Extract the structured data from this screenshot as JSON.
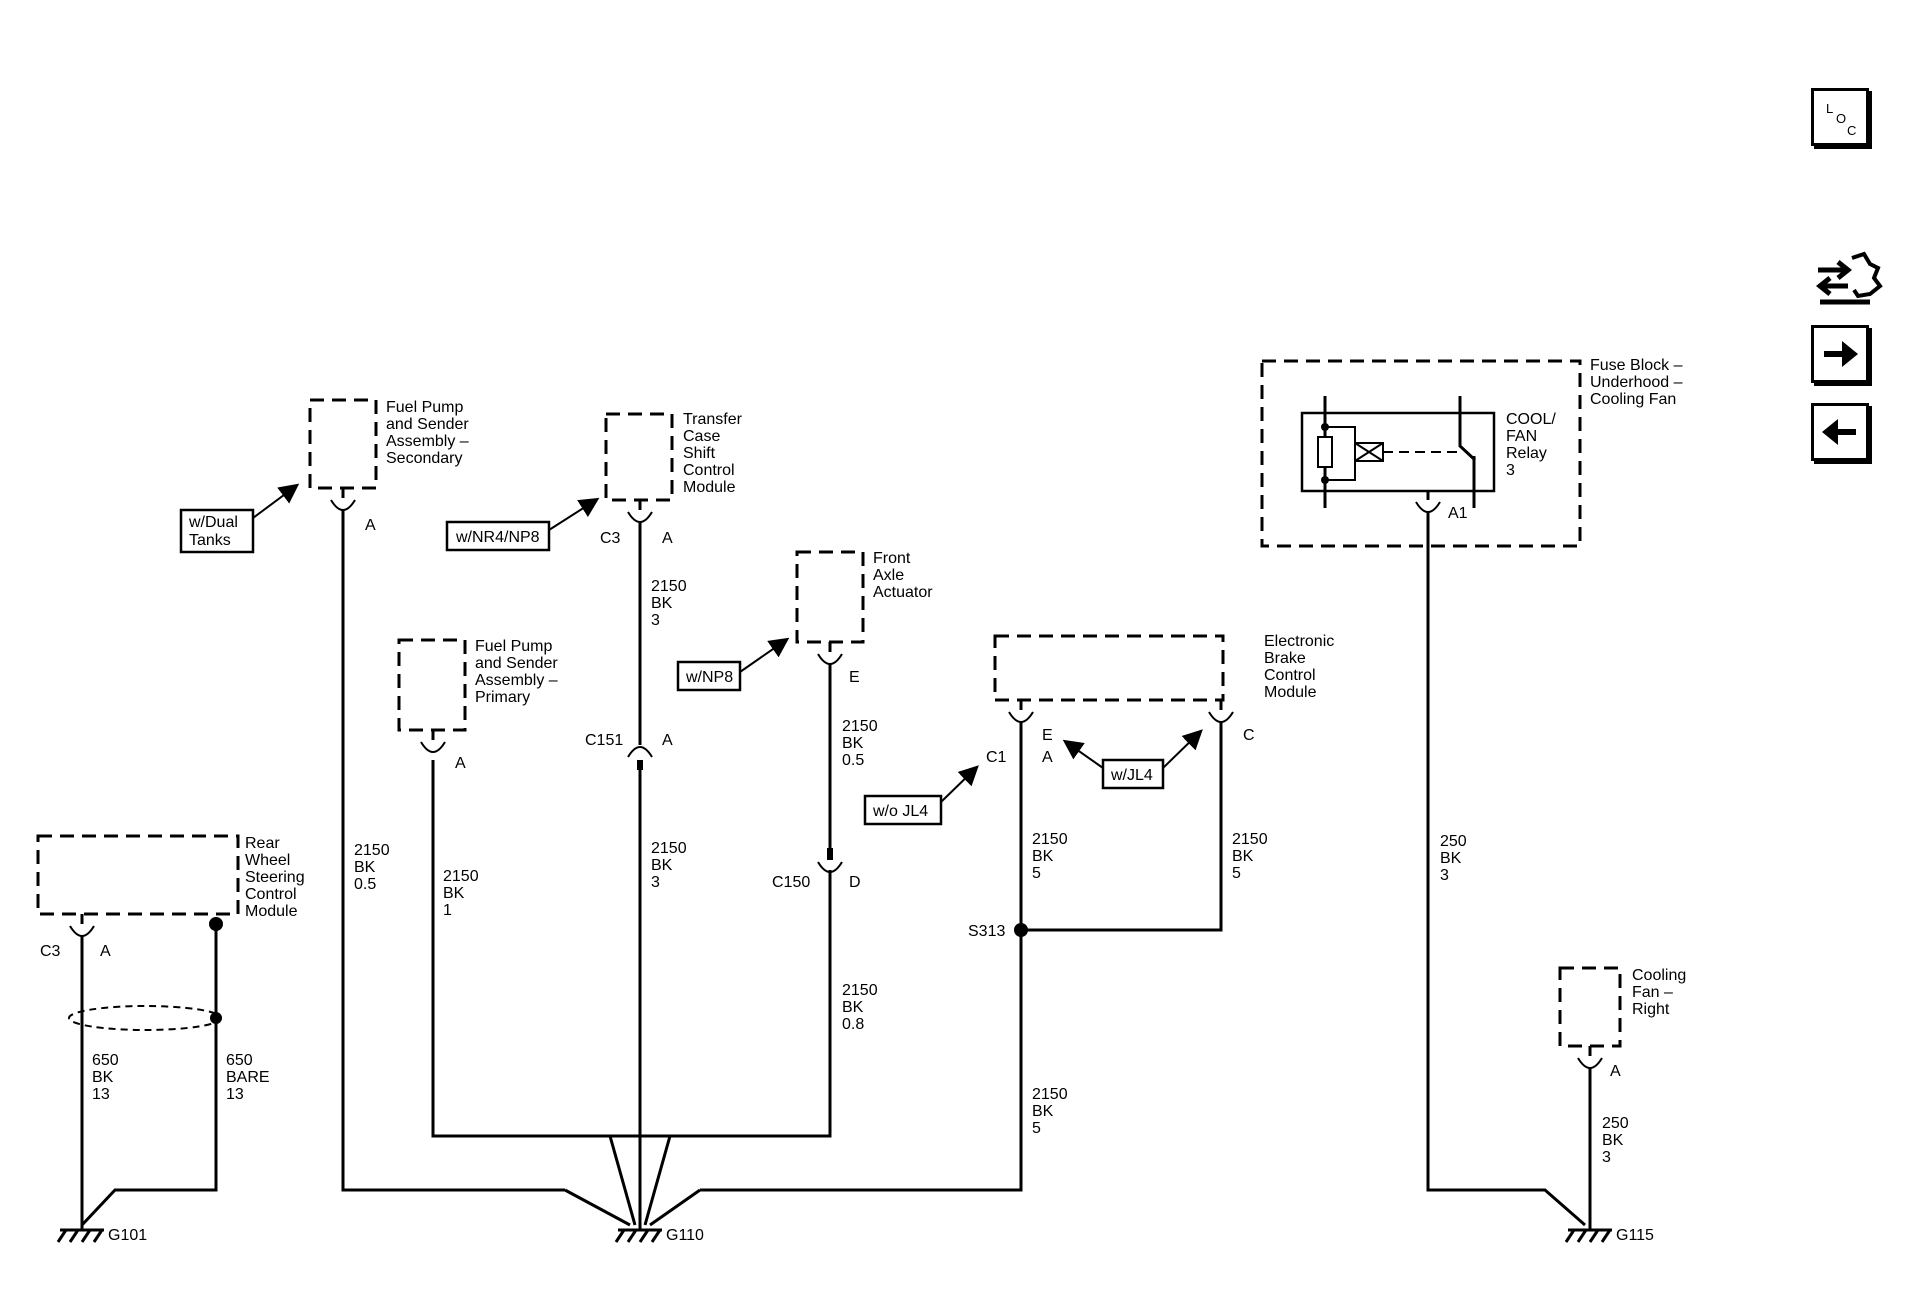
{
  "nav": {
    "loc_l": "L",
    "loc_o": "O",
    "loc_c": "C",
    "icons": [
      "loc-icon",
      "connector-swap-icon",
      "arrow-right-icon",
      "arrow-left-icon"
    ]
  },
  "components": {
    "fuel_pump_secondary": [
      "Fuel Pump",
      "and Sender",
      "Assembly –",
      "Secondary"
    ],
    "transfer_case": [
      "Transfer",
      "Case",
      "Shift",
      "Control",
      "Module"
    ],
    "front_axle": [
      "Front",
      "Axle",
      "Actuator"
    ],
    "fuel_pump_primary": [
      "Fuel Pump",
      "and Sender",
      "Assembly –",
      "Primary"
    ],
    "ebcm": [
      "Electronic",
      "Brake",
      "Control",
      "Module"
    ],
    "rear_wheel": [
      "Rear",
      "Wheel",
      "Steering",
      "Control",
      "Module"
    ],
    "fuse_block": [
      "Fuse Block –",
      "Underhood –",
      "Cooling Fan"
    ],
    "relay": [
      "COOL/",
      "FAN",
      "Relay",
      "3"
    ],
    "cooling_fan": [
      "Cooling",
      "Fan –",
      "Right"
    ]
  },
  "options": {
    "dual_tanks": [
      "w/Dual",
      "Tanks"
    ],
    "nr4_np8": "w/NR4/NP8",
    "np8": "w/NP8",
    "jl4": "w/JL4",
    "wo_jl4": "w/o JL4"
  },
  "pins": {
    "fps_a": "A",
    "tc_c3": "C3",
    "tc_a": "A",
    "c151": "C151",
    "c151_a": "A",
    "fa_e": "E",
    "c150": "C150",
    "c150_d": "D",
    "fpp_a": "A",
    "eb_e": "E",
    "eb_a": "A",
    "eb_c": "C",
    "eb_c1": "C1",
    "s313": "S313",
    "rw_c3": "C3",
    "rw_a": "A",
    "relay_a1": "A1",
    "cf_a": "A"
  },
  "wires": {
    "w1": [
      "2150",
      "BK",
      "0.5"
    ],
    "w2": [
      "2150",
      "BK",
      "1"
    ],
    "w3a": [
      "2150",
      "BK",
      "3"
    ],
    "w3b": [
      "2150",
      "BK",
      "3"
    ],
    "w4a": [
      "2150",
      "BK",
      "0.5"
    ],
    "w4b": [
      "2150",
      "BK",
      "0.8"
    ],
    "w5a": [
      "2150",
      "BK",
      "5"
    ],
    "w5b": [
      "2150",
      "BK",
      "5"
    ],
    "w5c": [
      "2150",
      "BK",
      "5"
    ],
    "w6": [
      "650",
      "BK",
      "13"
    ],
    "w7": [
      "650",
      "BARE",
      "13"
    ],
    "w8": [
      "250",
      "BK",
      "3"
    ],
    "w9": [
      "250",
      "BK",
      "3"
    ]
  },
  "grounds": {
    "g101": "G101",
    "g110": "G110",
    "g115": "G115"
  }
}
